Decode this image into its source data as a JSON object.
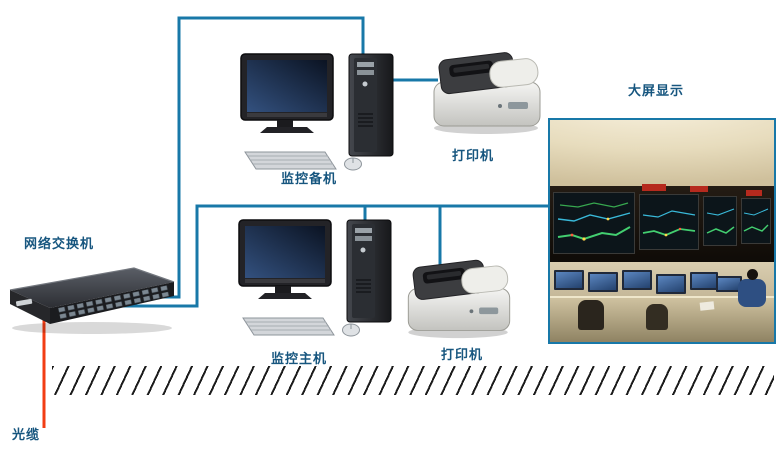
{
  "labels": {
    "network_switch": "网络交换机",
    "backup_host": "监控备机",
    "printer_top": "打印机",
    "main_host": "监控主机",
    "printer_bottom": "打印机",
    "big_screen": "大屏显示",
    "optical_cable": "光缆"
  },
  "colors": {
    "connection_line": "#1878a8",
    "label_text": "#17567f",
    "optical_cable_line": "#f23d14",
    "photo_border": "#1878a8"
  }
}
